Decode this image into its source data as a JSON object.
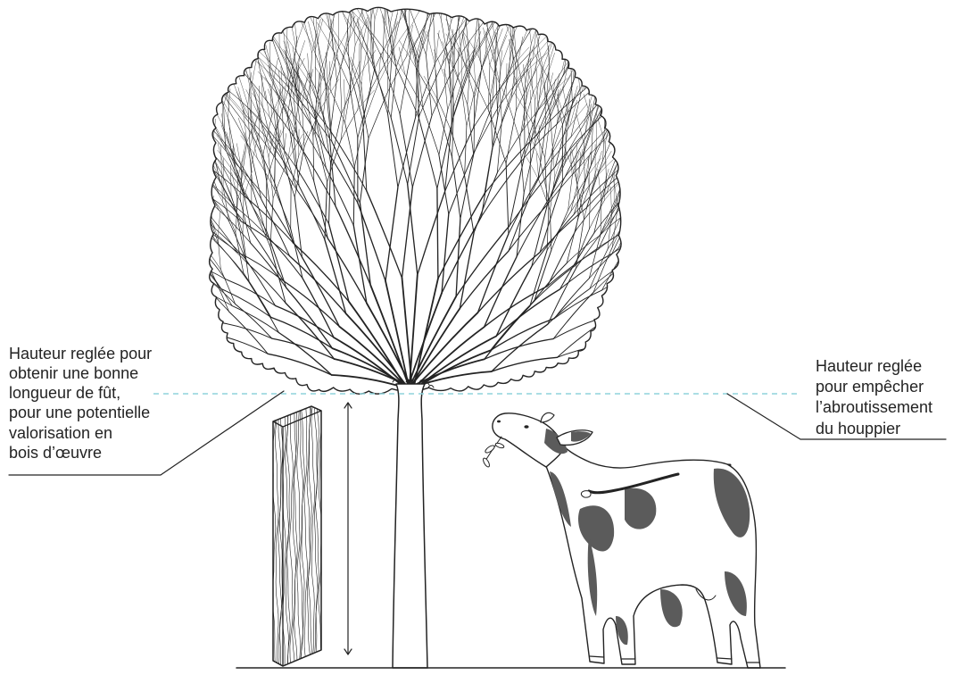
{
  "figure": {
    "left_annotation": {
      "lines": [
        "Hauteur reglée pour",
        "obtenir une bonne",
        "longueur de fût,",
        "pour une potentielle",
        "valorisation en",
        "bois d’œuvre"
      ]
    },
    "right_annotation": {
      "lines": [
        "Hauteur reglée",
        "pour empêcher",
        "l’abroutissement",
        "du houppier"
      ]
    }
  },
  "colors": {
    "ink": "#232323",
    "guide": "#8fd4db",
    "patch": "#5b5b5b",
    "background": "#ffffff"
  }
}
